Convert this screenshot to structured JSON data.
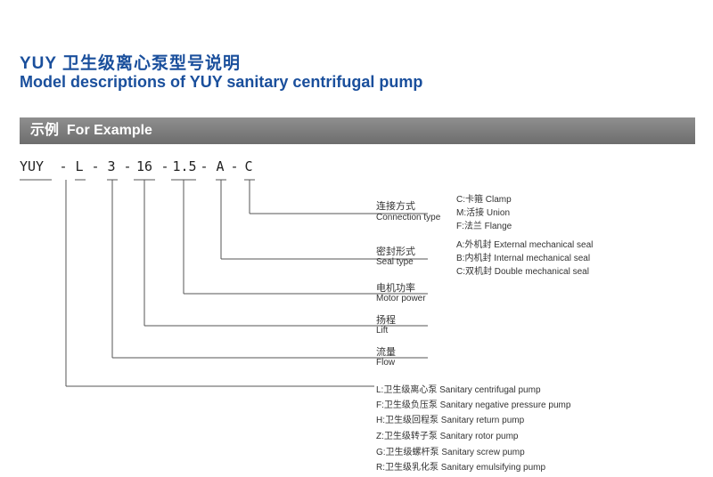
{
  "header": {
    "title_cn": "YUY 卫生级离心泵型号说明",
    "title_en": "Model descriptions of YUY sanitary centrifugal pump"
  },
  "banner": {
    "cn": "示例",
    "en": "For Example"
  },
  "model": {
    "yuy": "YUY",
    "d1": "-",
    "l": "L",
    "d2": "-",
    "n3": "3",
    "d3": "-",
    "n16": "16",
    "d4": "-",
    "n15": "1.5",
    "d5": "-",
    "a": "A",
    "d6": "-",
    "c": "C"
  },
  "groups": {
    "connection": {
      "cn": "连接方式",
      "en": "Connection type",
      "options": [
        "C:卡箍 Clamp",
        "M:活接 Union",
        "F:法兰 Flange"
      ]
    },
    "seal": {
      "cn": "密封形式",
      "en": "Seal type",
      "options": [
        "A:外机封 External mechanical seal",
        "B:内机封 Internal mechanical seal",
        "C:双机封 Double mechanical seal"
      ]
    },
    "motor": {
      "cn": "电机功率",
      "en": "Motor power"
    },
    "lift": {
      "cn": "扬程",
      "en": "Lift"
    },
    "flow": {
      "cn": "流量",
      "en": "Flow"
    },
    "pumptype": {
      "options": [
        "L:卫生级离心泵 Sanitary centrifugal pump",
        "F:卫生级负压泵 Sanitary negative pressure pump",
        "H:卫生级回程泵 Sanitary return pump",
        "Z:卫生级转子泵 Sanitary rotor pump",
        "G:卫生级螺杆泵 Sanitary screw pump",
        "R:卫生级乳化泵 Sanitary emulsifying pump"
      ]
    }
  }
}
